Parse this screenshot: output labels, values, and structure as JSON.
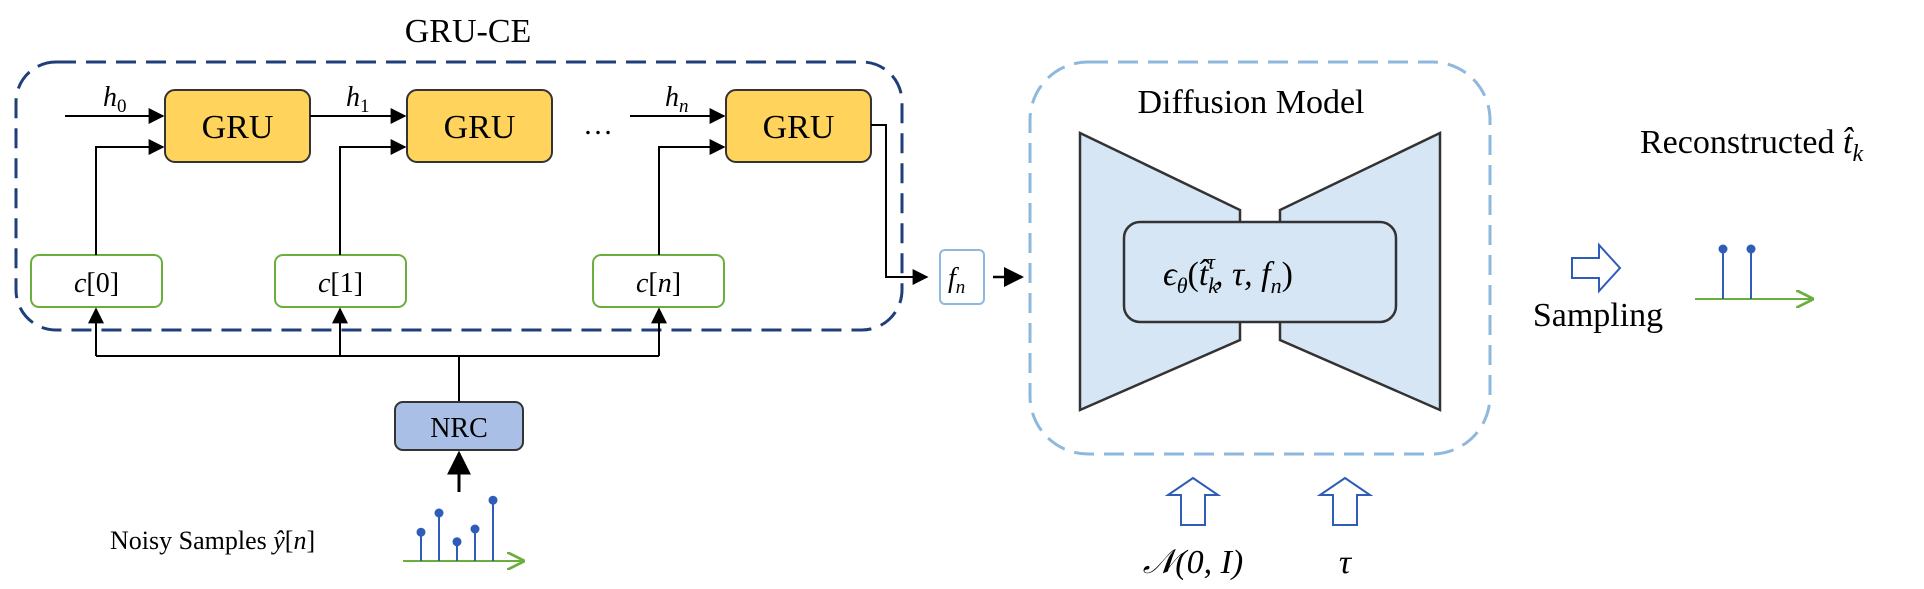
{
  "gru_ce": {
    "title": "GRU-CE",
    "gru_label": "GRU",
    "ellipsis": "…",
    "hidden_states": [
      {
        "base": "h",
        "sub": "0"
      },
      {
        "base": "h",
        "sub": "1"
      },
      {
        "base": "h",
        "sub": "n"
      }
    ],
    "inputs": [
      {
        "base": "c",
        "index": "0"
      },
      {
        "base": "c",
        "index": "1"
      },
      {
        "base": "c",
        "index": "n"
      }
    ]
  },
  "nrc": {
    "label": "NRC"
  },
  "noisy_samples": {
    "label": "Noisy Samples ",
    "symbol": "ŷ",
    "index": "n",
    "stems": [
      0.45,
      0.75,
      0.3,
      0.5,
      0.95
    ]
  },
  "feature": {
    "base": "f",
    "sub": "n"
  },
  "diffusion": {
    "title": "Diffusion Model",
    "eps": "ϵ",
    "eps_sub": "θ",
    "t": "t̂",
    "t_sub": "k",
    "t_sup": "τ",
    "args": ", τ, ",
    "f": "f",
    "f_sub": "n"
  },
  "noise_input": "𝒩(0, I)",
  "tau_input": "τ",
  "sampling": {
    "label": "Sampling"
  },
  "output": {
    "label": "Reconstructed ",
    "symbol": "t̂",
    "sub": "k",
    "stems": [
      1.0,
      1.0
    ]
  },
  "colors": {
    "gru_fill": "#FFD35C",
    "nrc_fill": "#A9BFE6",
    "diffusion_fill": "#D6E6F5",
    "dark_blue": "#1F3F7A",
    "light_blue": "#8EB8DC",
    "green": "#6AAE3E",
    "stem_blue": "#2E5CB8"
  }
}
